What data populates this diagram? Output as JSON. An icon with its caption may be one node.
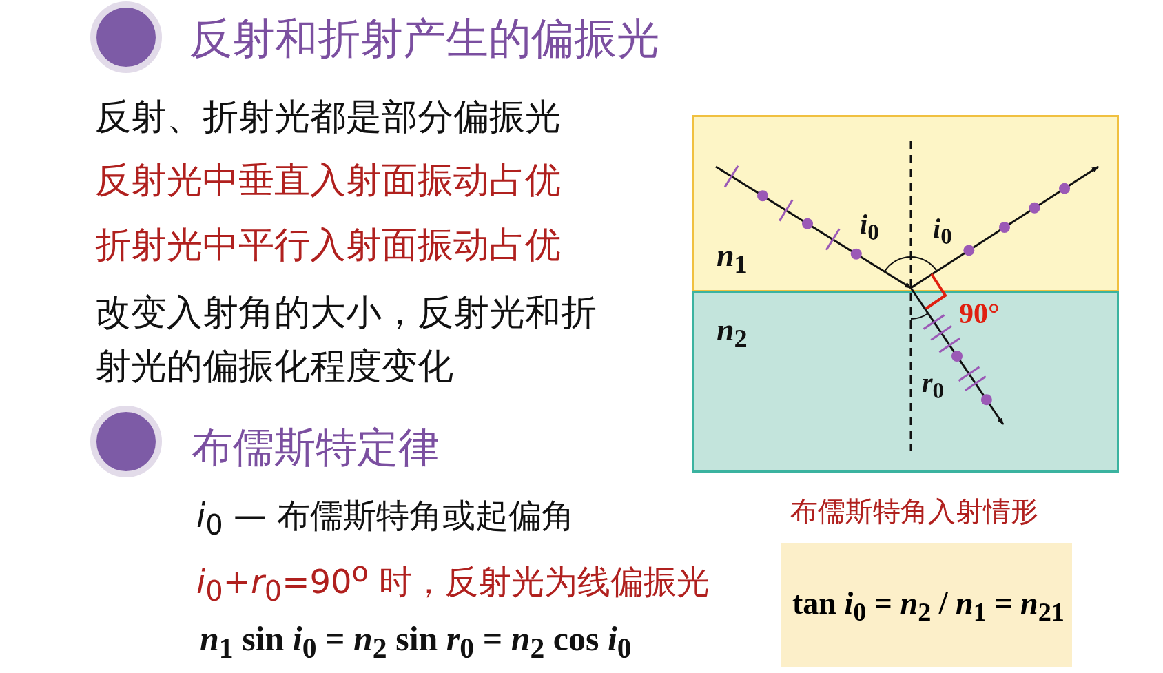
{
  "diagram": {
    "title": "反射和折射产生的偏振光",
    "nodes": [
      {
        "text": [
          "tan *i*$_{0}$ = *n*$_{2}$ / *n*$_{1}$ = *n*$_{21}$"
        ]
      }
    ],
    "labels": [
      "反射、折射光都是部分偏振光",
      "反射光中垂直入射面振动占优",
      "折射光中平行入射面振动占优",
      "改变入射角的大小，反射光和折射光的偏振化程度变化",
      "布儒斯特定律",
      "*i*$_{0}$ — 布儒斯特角或起偏角",
      "*i*$_{0}$+*r*$_{0}$=90$^{o}$ 时，反射光为线偏振光",
      "*n*$_{1}$ sin *i*$_{0}$ = *n*$_{2}$ sin *r*$_{0}$ = *n*$_{2}$ cos *i*$_{0}$",
      "*n*$_{1}$",
      "*i*$_{0}$",
      "*i*$_{0}$",
      "*n*$_{2}$",
      "90°",
      "*r*$_{0}$",
      "布儒斯特角入射情形"
    ]
  }
}
